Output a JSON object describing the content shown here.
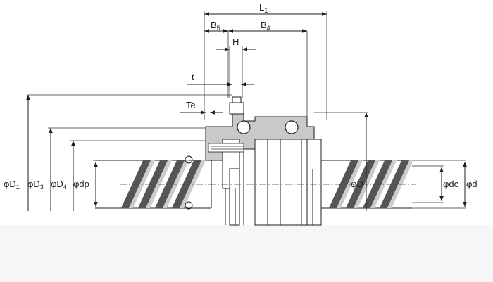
{
  "colors": {
    "line": "#1e1e1e",
    "shade": "#c9c9c9",
    "thread_dark": "#555555",
    "background": "#ffffff",
    "footer_band": "#f6f6f6"
  },
  "labels": {
    "L": "L",
    "L_sub": "1",
    "B5": "B",
    "B5_sub": "5",
    "B4": "B",
    "B4_sub": "4",
    "H": "H",
    "t": "t",
    "Te": "Te",
    "D1": "φD",
    "D1_sub": "1",
    "D3": "φD",
    "D3_sub": "3",
    "D4": "φD",
    "D4_sub": "4",
    "dp": "φdp",
    "D": "φD",
    "dc": "φdc",
    "d": "φd"
  }
}
